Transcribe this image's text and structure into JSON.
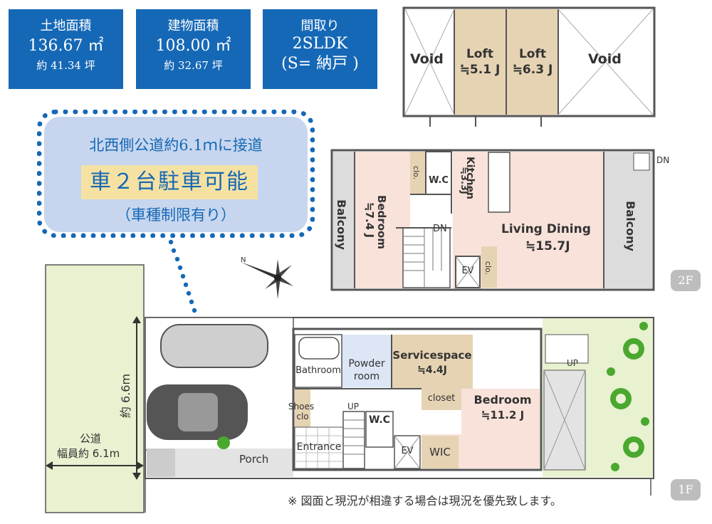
{
  "info_boxes": [
    {
      "title": "土地面積",
      "value": "136.67 ㎡",
      "sub": "約 41.34 坪"
    },
    {
      "title": "建物面積",
      "value": "108.00 ㎡",
      "sub": "約 32.67 坪"
    },
    {
      "title": "間取り",
      "value": "2SLDK",
      "sub": "(S= 納戸 )"
    }
  ],
  "callout": {
    "line1": "北西側公道約6.1ｍに接道",
    "line2": "車２台駐車可能",
    "line3": "（車種制限有り）"
  },
  "loft_floor": {
    "void_left": "Void",
    "loft1_name": "Loft",
    "loft1_size": "≒5.1 J",
    "loft2_name": "Loft",
    "loft2_size": "≒6.3 J",
    "void_right": "Void"
  },
  "second_floor": {
    "balcony_left": "Balcony",
    "bedroom_name": "Bedroom",
    "bedroom_size": "≒7.4 J",
    "clo1": "clo.",
    "wc": "W.C",
    "kitchen_name": "Kitchen",
    "kitchen_size": "≒3.3J",
    "dn_stair": "DN",
    "living": "Living Dining",
    "living_size": "≒15.7J",
    "ev": "EV",
    "clo2": "clo.",
    "balcony_right": "Balcony",
    "dn_outside": "DN",
    "floor_badge": "2F"
  },
  "first_floor": {
    "bathroom": "Bathroom",
    "powder_room": "Powder room",
    "servicespace": "Servicespace",
    "servicespace_size": "≒4.4J",
    "closet": "closet",
    "bedroom": "Bedroom",
    "bedroom_size": "≒11.2 J",
    "shoes": "Shoes",
    "shoes_clo": "clo",
    "up_stair": "UP",
    "wc": "W.C",
    "entrance": "Entrance",
    "ev": "EV",
    "wic": "WIC",
    "porch": "Porch",
    "up_outside": "UP",
    "floor_badge": "1F"
  },
  "site": {
    "depth_label": "約 6.6m",
    "road_label": "公道",
    "road_width": "幅員約 6.1m"
  },
  "note": "※ 図面と現況が相違する場合は現況を優先致します。",
  "colors": {
    "blue": "#1568b6",
    "callout_bg": "#c7d6ee",
    "highlight": "#f5e2a3",
    "loft": "#e6d3b3",
    "bedroom": "#f8e2da",
    "service": "#e6d3b3",
    "green_lot": "#e8f1d0"
  }
}
